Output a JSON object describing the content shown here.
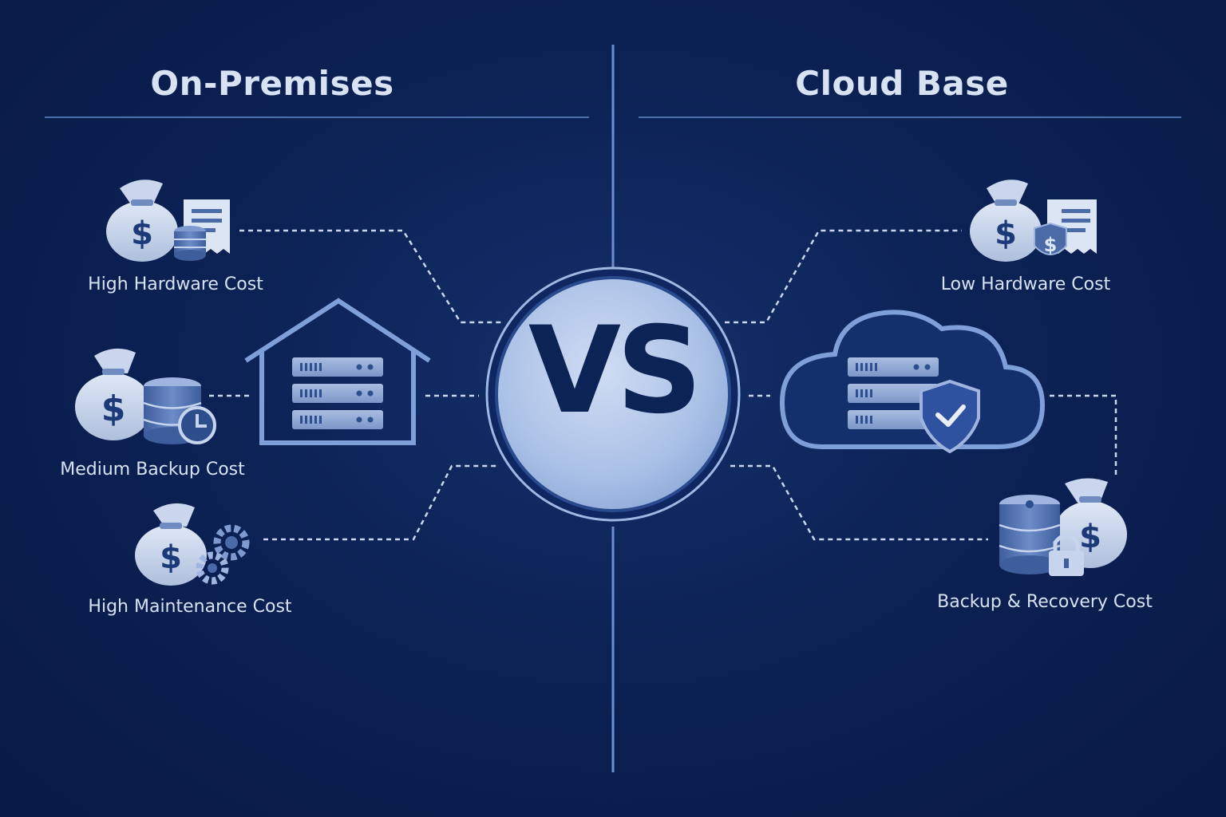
{
  "left": {
    "title": "On-Premises",
    "items": [
      {
        "label": "High Hardware Cost",
        "icon": "money-bag-receipt-database-icon"
      },
      {
        "label": "Medium Backup Cost",
        "icon": "money-bag-database-clock-icon"
      },
      {
        "label": "High Maintenance Cost",
        "icon": "money-bag-gears-icon"
      }
    ],
    "center_icon": "server-house-icon"
  },
  "right": {
    "title": "Cloud Base",
    "items": [
      {
        "label": "Low Hardware Cost",
        "icon": "money-bag-receipt-shield-icon"
      },
      {
        "label": "Backup & Recovery Cost",
        "icon": "database-lock-money-bag-icon"
      }
    ],
    "center_icon": "cloud-server-shield-icon"
  },
  "center": {
    "text": "VS"
  },
  "colors": {
    "background": "#0b2052",
    "text": "#d7e2f3",
    "icon_fill": "#c3d3ec",
    "icon_dark": "#4a6aa8",
    "accent": "#7f9fd8",
    "vs_text": "#0c2356"
  }
}
